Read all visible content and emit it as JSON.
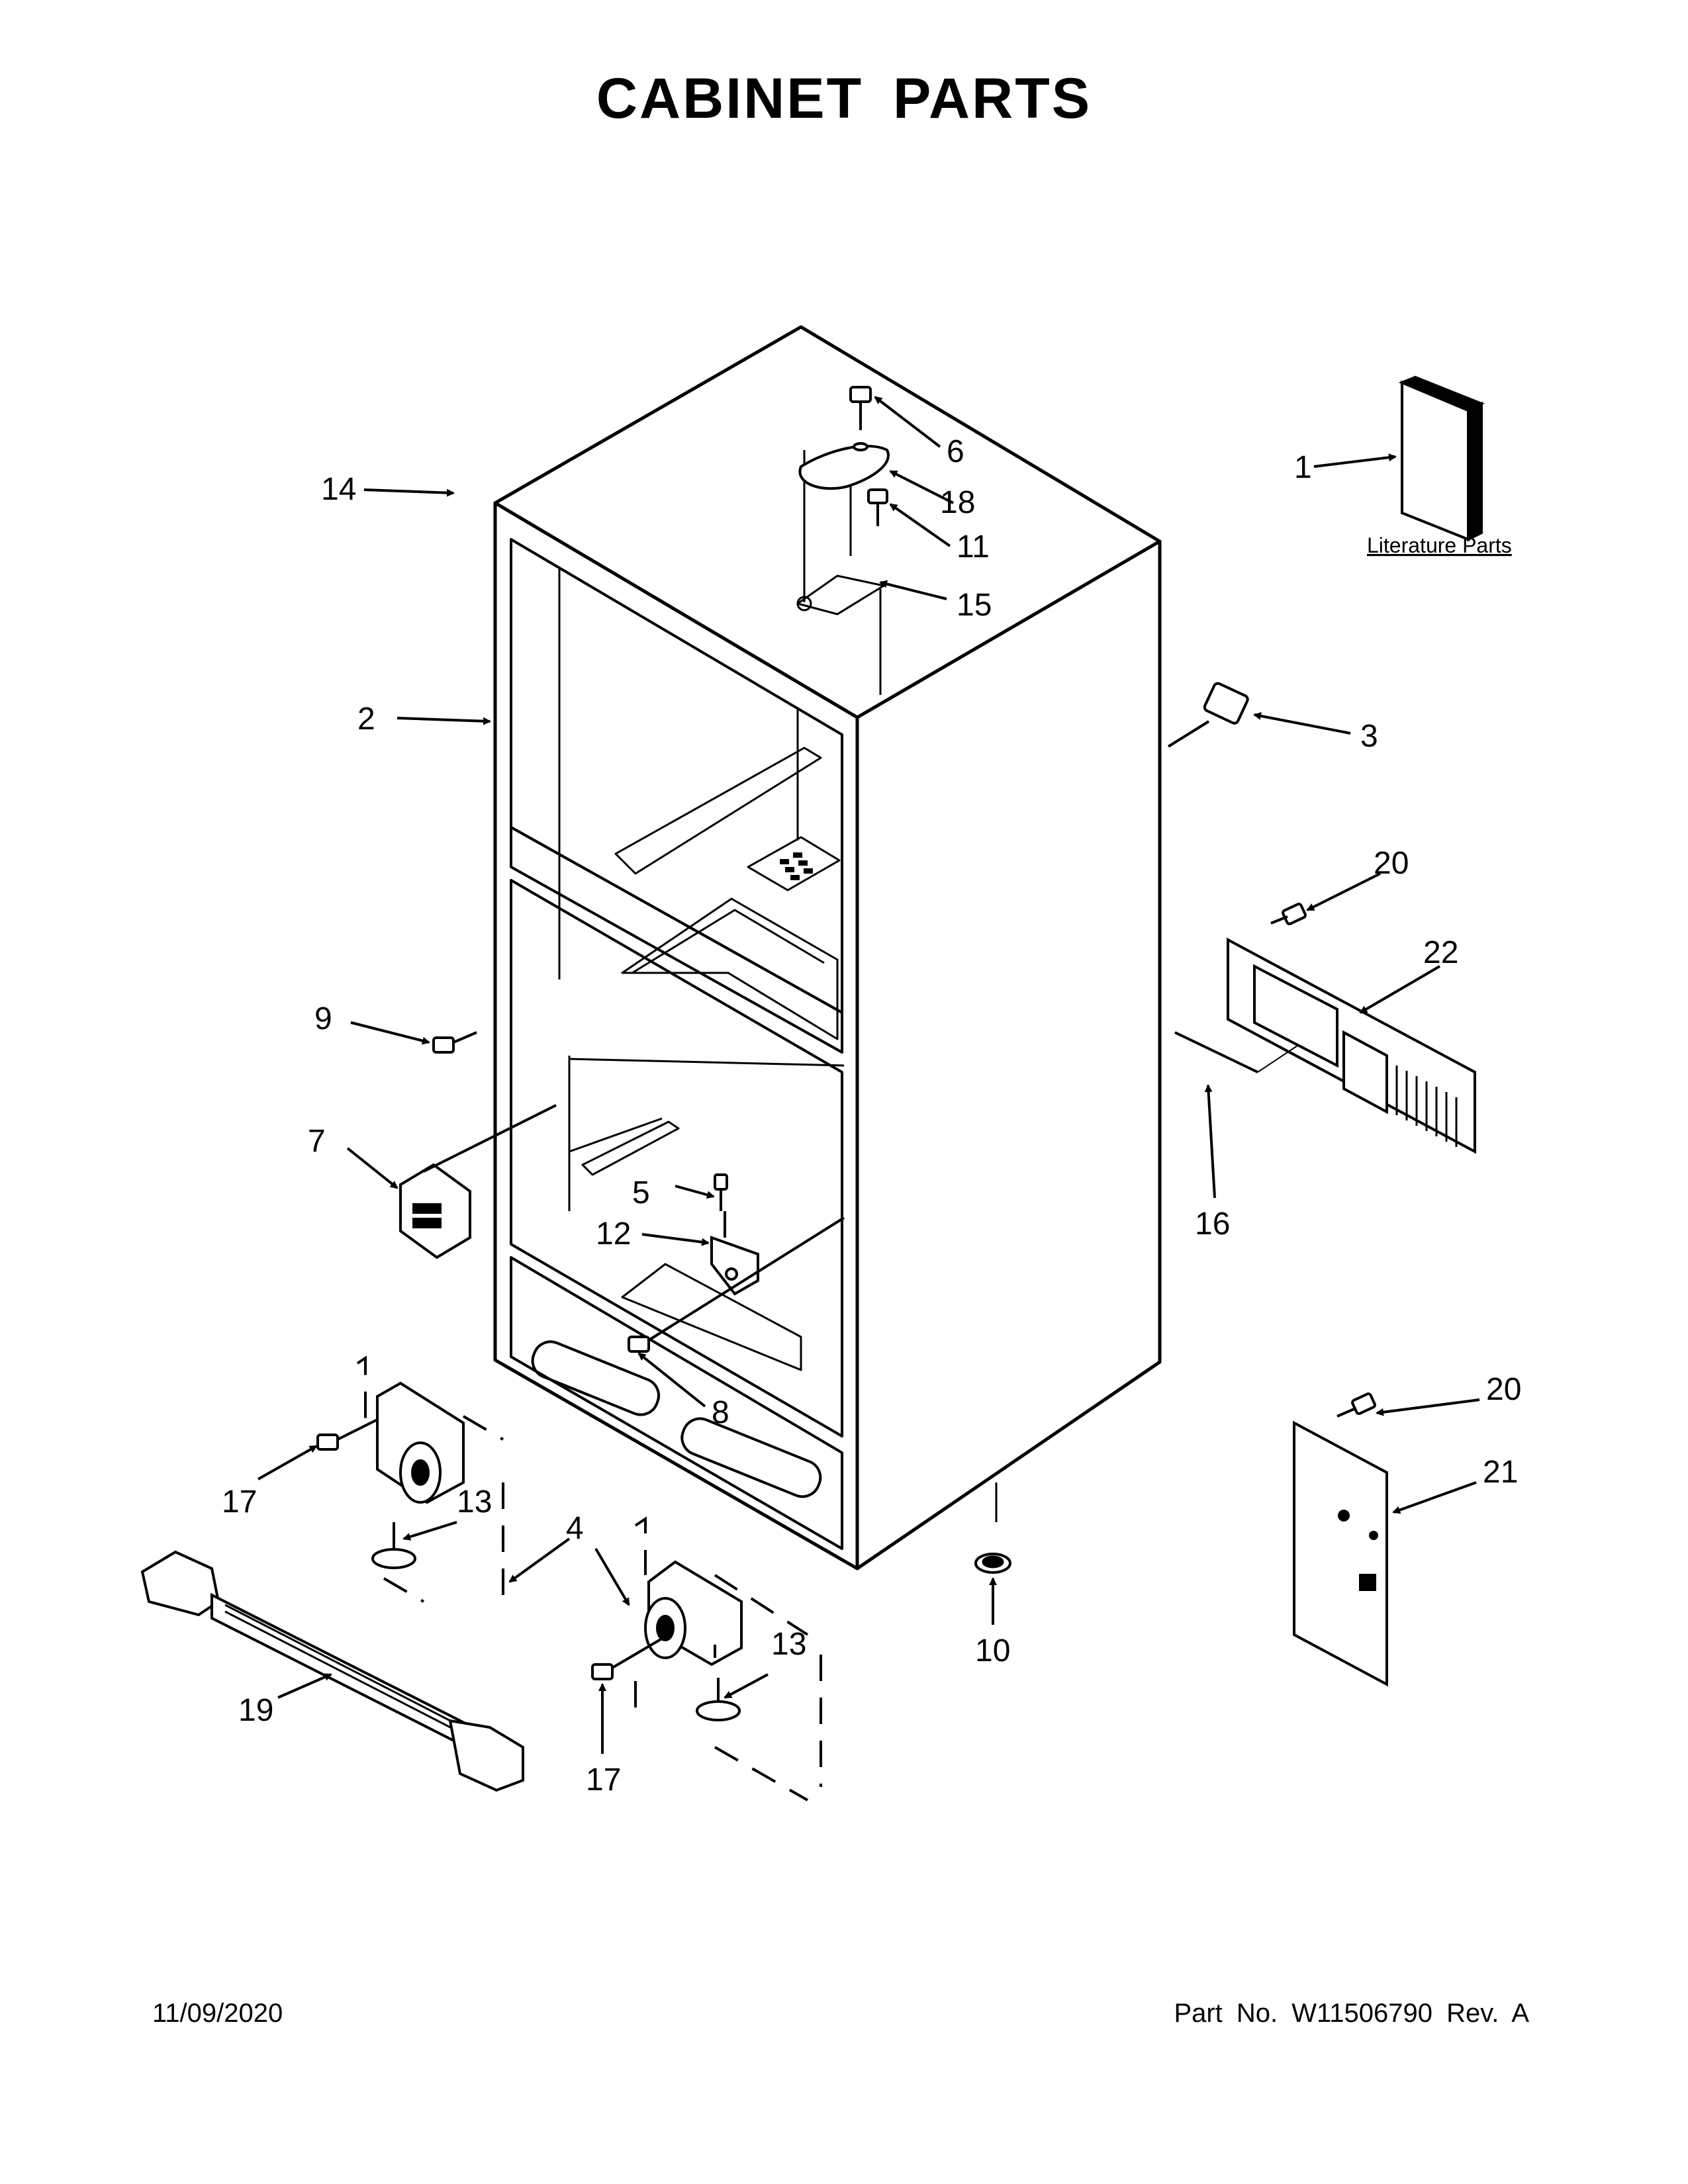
{
  "title": "CABINET PARTS",
  "footer": {
    "date": "11/09/2020",
    "part_no": "Part No.  W11506790  Rev.  A"
  },
  "literature_label": "Literature Parts",
  "callouts": [
    "1",
    "2",
    "3",
    "4",
    "5",
    "6",
    "7",
    "8",
    "9",
    "10",
    "11",
    "12",
    "13",
    "13",
    "14",
    "15",
    "16",
    "17",
    "17",
    "18",
    "19",
    "20",
    "20",
    "21",
    "22"
  ]
}
